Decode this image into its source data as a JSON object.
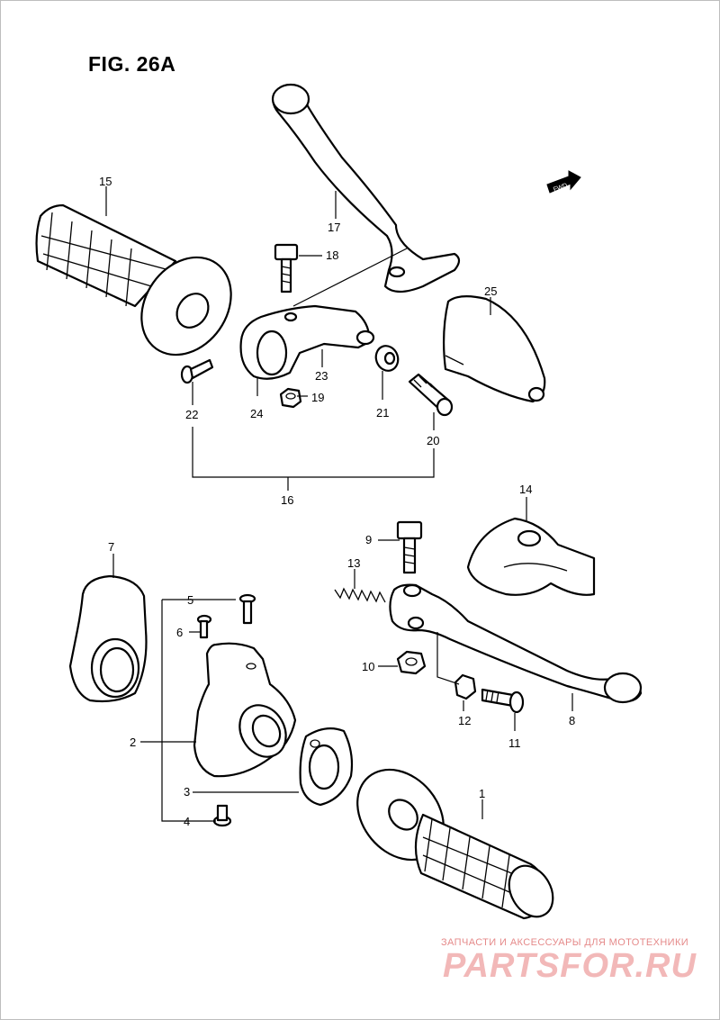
{
  "figure": {
    "title": "FIG. 26A",
    "fwd_badge": "FWD"
  },
  "callouts": {
    "p1": "1",
    "p2": "2",
    "p3": "3",
    "p4": "4",
    "p5": "5",
    "p6": "6",
    "p7": "7",
    "p8": "8",
    "p9": "9",
    "p10": "10",
    "p11": "11",
    "p12": "12",
    "p13": "13",
    "p14": "14",
    "p15": "15",
    "p16": "16",
    "p17": "17",
    "p18": "18",
    "p19": "19",
    "p20": "20",
    "p21": "21",
    "p22": "22",
    "p23": "23",
    "p24": "24",
    "p25": "25"
  },
  "watermark": {
    "caption": "ЗАПЧАСТИ И АКСЕССУАРЫ ДЛЯ МОТОТЕХНИКИ",
    "logo": "PARTSFOR.RU"
  },
  "colors": {
    "line": "#000000",
    "background": "#ffffff",
    "watermark": "#e58a8a"
  }
}
